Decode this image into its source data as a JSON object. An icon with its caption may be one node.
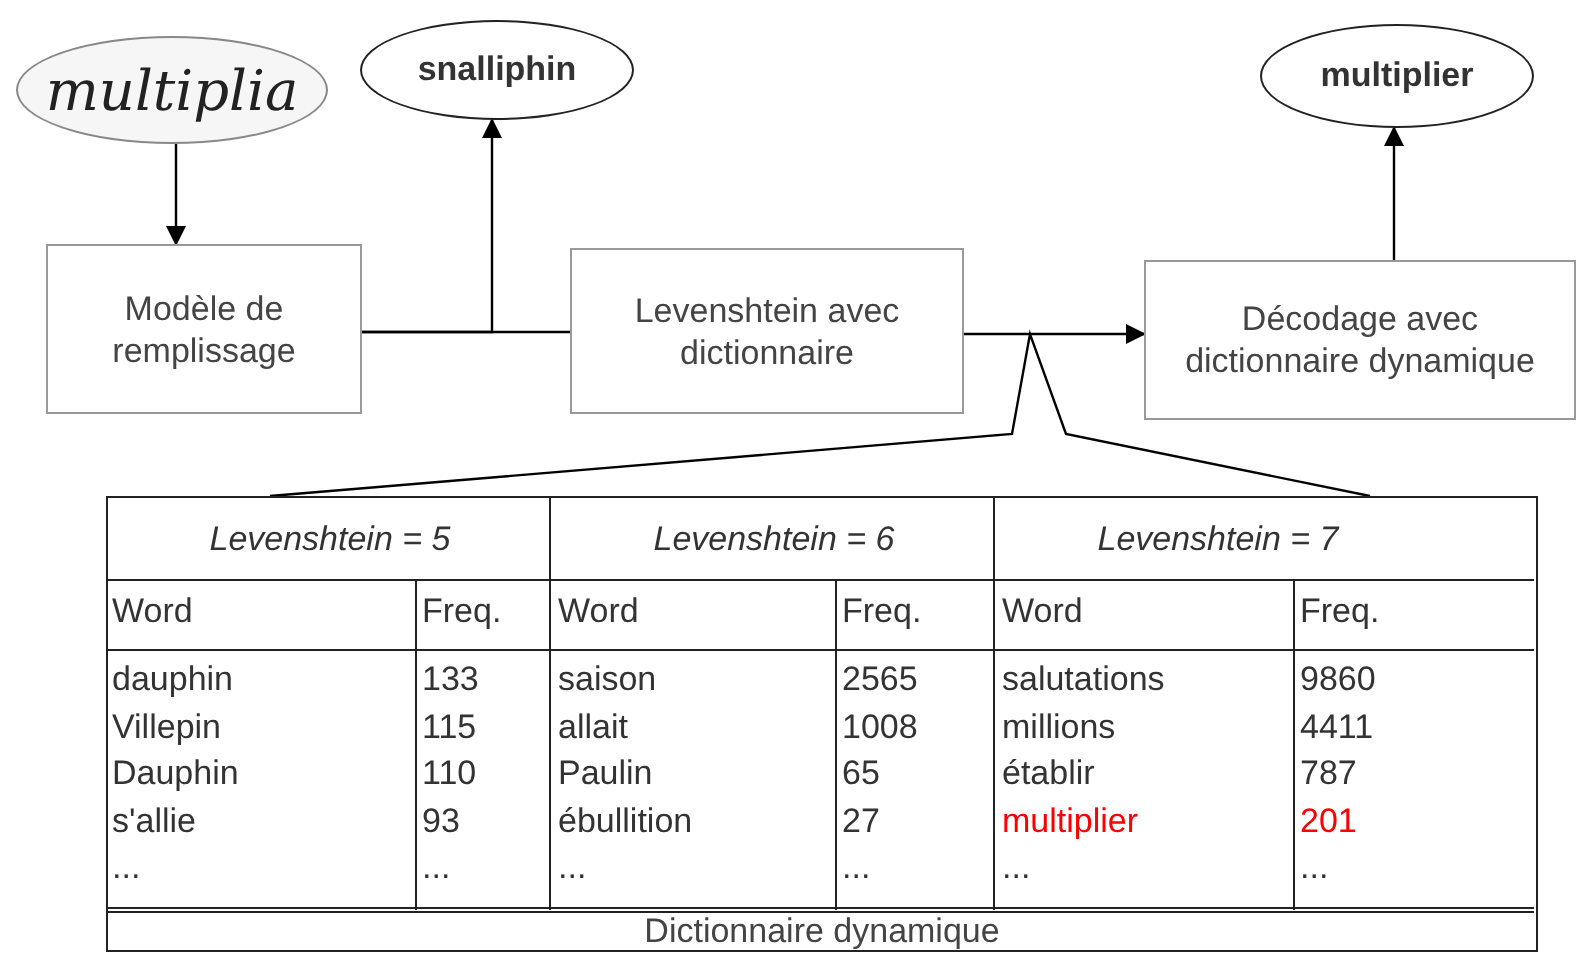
{
  "diagram": {
    "nodes": [
      {
        "text": [
          "multiplia"
        ]
      },
      {
        "text": [
          "snalliphin"
        ]
      },
      {
        "text": [
          "multiplier"
        ]
      },
      {
        "text": [
          "Modèle de remplissage"
        ]
      },
      {
        "text": [
          "Levenshtein avec dictionnaire"
        ]
      },
      {
        "text": [
          "Décodage avec dictionnaire dynamique"
        ]
      },
      {
        "text": [
          "Dictionnaire dynamique"
        ]
      }
    ],
    "edges": [
      {
        "from": 0,
        "to": 3,
        "arrow": "to"
      },
      {
        "from": 3,
        "to": 1,
        "arrow": "to"
      },
      {
        "from": 3,
        "to": 4,
        "arrow": "none"
      },
      {
        "from": 4,
        "to": 5,
        "arrow": "to"
      },
      {
        "from": 5,
        "to": 2,
        "arrow": "to"
      },
      {
        "from": 6,
        "to": null,
        "arrow": "none"
      }
    ],
    "labels": [
      "Levenshtein = 5",
      "Levenshtein = 6",
      "Levenshtein = 7",
      "Word",
      "Freq.",
      "Word",
      "Freq.",
      "Word",
      "Freq.",
      "dauphin",
      "133",
      "saison",
      "2565",
      "salutations",
      "9860",
      "Villepin",
      "115",
      "allait",
      "1008",
      "millions",
      "4411",
      "Dauphin",
      "110",
      "Paulin",
      "65",
      "établir",
      "787",
      "s'allie",
      "93",
      "ébullition",
      "27",
      "multiplier",
      "201",
      "...",
      "...",
      "...",
      "...",
      "...",
      "..."
    ]
  }
}
